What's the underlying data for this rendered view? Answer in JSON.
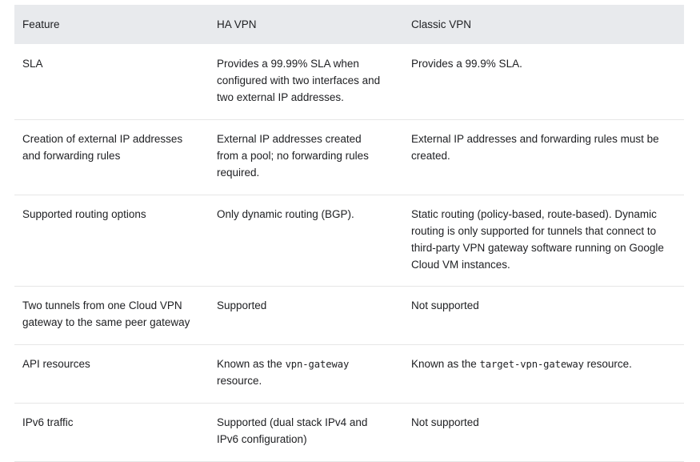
{
  "table": {
    "columns": [
      {
        "label": "Feature"
      },
      {
        "label": "HA VPN"
      },
      {
        "label": "Classic VPN"
      }
    ],
    "rows": [
      {
        "feature": "SLA",
        "ha_vpn": "Provides a 99.99% SLA when configured with two interfaces and two external IP addresses.",
        "classic_vpn": "Provides a 99.9% SLA."
      },
      {
        "feature": "Creation of external IP addresses and forwarding rules",
        "ha_vpn": "External IP addresses created from a pool; no forwarding rules required.",
        "classic_vpn": "External IP addresses and forwarding rules must be created."
      },
      {
        "feature": "Supported routing options",
        "ha_vpn": "Only dynamic routing (BGP).",
        "classic_vpn": "Static routing (policy-based, route-based). Dynamic routing is only supported for tunnels that connect to third-party VPN gateway software running on Google Cloud VM instances."
      },
      {
        "feature": "Two tunnels from one Cloud VPN gateway to the same peer gateway",
        "ha_vpn": "Supported",
        "classic_vpn": "Not supported"
      },
      {
        "feature": "API resources",
        "ha_vpn_prefix": "Known as the ",
        "ha_vpn_code": "vpn-gateway",
        "ha_vpn_suffix": " resource.",
        "classic_vpn_prefix": "Known as the ",
        "classic_vpn_code": "target-vpn-gateway",
        "classic_vpn_suffix": " resource."
      },
      {
        "feature": "IPv6 traffic",
        "ha_vpn": "Supported (dual stack IPv4 and IPv6 configuration)",
        "classic_vpn": "Not supported"
      }
    ]
  },
  "colors": {
    "header_background": "#e8eaed",
    "text": "#202124",
    "row_divider": "#e6e6e6",
    "page_background": "#ffffff"
  }
}
